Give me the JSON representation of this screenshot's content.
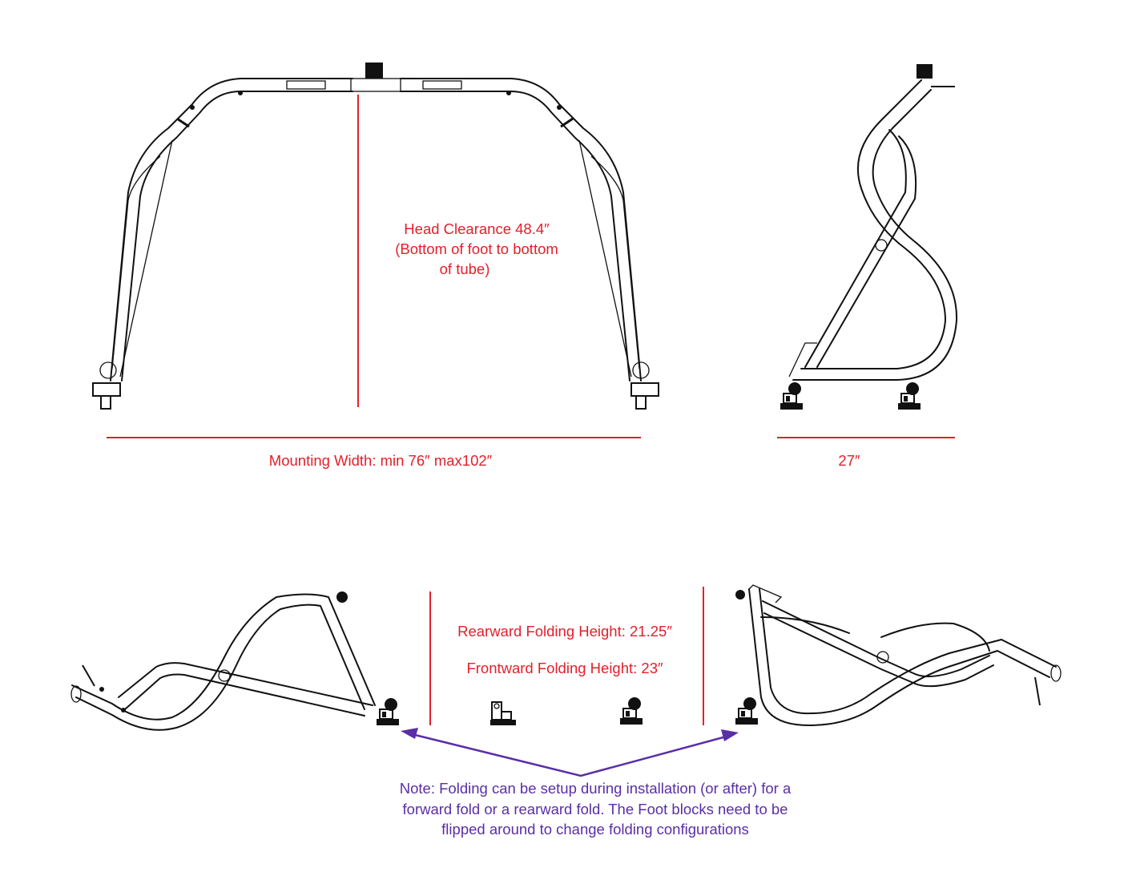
{
  "front_view": {
    "head_clearance": "Head Clearance 48.4″",
    "head_clearance_note_line1": "(Bottom of foot to bottom",
    "head_clearance_note_line2": "of tube)",
    "mounting_width": "Mounting Width: min 76″ max102″"
  },
  "side_view": {
    "depth": "27″"
  },
  "folded_views": {
    "rearward_height": "Rearward Folding Height: 21.25″",
    "frontward_height": "Frontward Folding Height: 23″"
  },
  "note": {
    "line1": "Note: Folding can be setup during installation (or after) for a",
    "line2": "forward fold or a rearward fold. The Foot blocks need to be",
    "line3": "flipped around to change folding configurations"
  },
  "colors": {
    "dimension": "#e3202b",
    "note": "#5a2ea6",
    "drawing": "#111111"
  }
}
